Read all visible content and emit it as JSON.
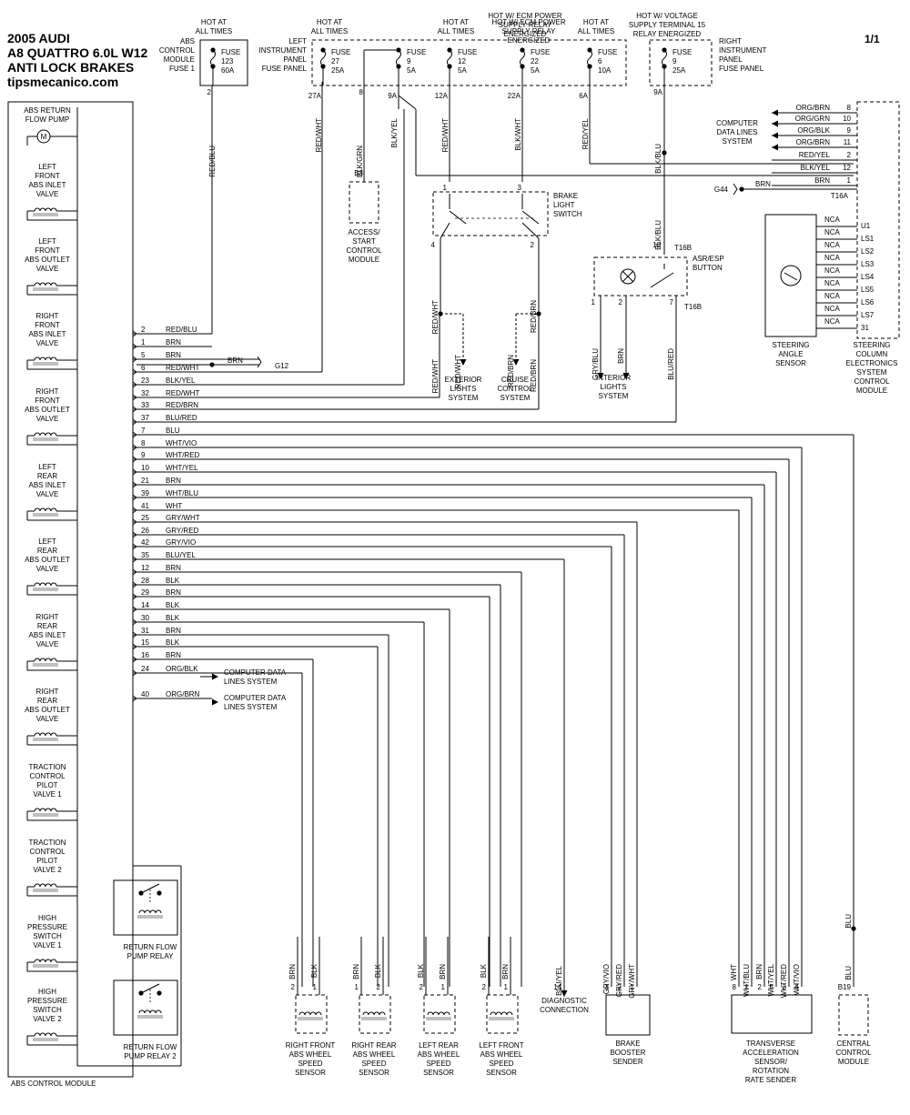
{
  "header": {
    "line1": "2005 AUDI",
    "line2": "A8 QUATTRO 6.0L W12",
    "line3": "ANTI LOCK BRAKES",
    "site": "tipsmecanico.com",
    "page": "1/1"
  },
  "abs_module": {
    "title": "ABS CONTROL MODULE",
    "components": [
      [
        "ABS RETURN",
        "FLOW PUMP"
      ],
      [
        "LEFT",
        "FRONT",
        "ABS INLET",
        "VALVE"
      ],
      [
        "LEFT",
        "FRONT",
        "ABS OUTLET",
        "VALVE"
      ],
      [
        "RIGHT",
        "FRONT",
        "ABS INLET",
        "VALVE"
      ],
      [
        "RIGHT",
        "FRONT",
        "ABS OUTLET",
        "VALVE"
      ],
      [
        "LEFT",
        "REAR",
        "ABS INLET",
        "VALVE"
      ],
      [
        "LEFT",
        "REAR",
        "ABS OUTLET",
        "VALVE"
      ],
      [
        "RIGHT",
        "REAR",
        "ABS INLET",
        "VALVE"
      ],
      [
        "RIGHT",
        "REAR",
        "ABS OUTLET",
        "VALVE"
      ],
      [
        "TRACTION",
        "CONTROL",
        "PILOT",
        "VALVE 1"
      ],
      [
        "TRACTION",
        "CONTROL",
        "PILOT",
        "VALVE 2"
      ],
      [
        "HIGH",
        "PRESSURE",
        "SWITCH",
        "VALVE 1"
      ],
      [
        "HIGH",
        "PRESSURE",
        "SWITCH",
        "VALVE 2"
      ]
    ],
    "relays": [
      [
        "RETURN FLOW",
        "PUMP RELAY"
      ],
      [
        "RETURN FLOW",
        "PUMP RELAY 2"
      ]
    ],
    "motor_symbol": "M",
    "pins": [
      [
        "2",
        "RED/BLU"
      ],
      [
        "1",
        "BRN"
      ],
      [
        "5",
        "BRN"
      ],
      [
        "6",
        "RED/WHT"
      ],
      [
        "23",
        "BLK/YEL"
      ],
      [
        "32",
        "RED/WHT"
      ],
      [
        "33",
        "RED/BRN"
      ],
      [
        "37",
        "BLU/RED"
      ],
      [
        "7",
        "BLU"
      ],
      [
        "8",
        "WHT/VIO"
      ],
      [
        "9",
        "WHT/RED"
      ],
      [
        "10",
        "WHT/YEL"
      ],
      [
        "21",
        "BRN"
      ],
      [
        "39",
        "WHT/BLU"
      ],
      [
        "41",
        "WHT"
      ],
      [
        "25",
        "GRY/WHT"
      ],
      [
        "26",
        "GRY/RED"
      ],
      [
        "42",
        "GRY/VIO"
      ],
      [
        "35",
        "BLU/YEL"
      ],
      [
        "12",
        "BRN"
      ],
      [
        "28",
        "BLK"
      ],
      [
        "29",
        "BRN"
      ],
      [
        "14",
        "BLK"
      ],
      [
        "30",
        "BLK"
      ],
      [
        "31",
        "BRN"
      ],
      [
        "15",
        "BLK"
      ],
      [
        "16",
        "BRN"
      ],
      [
        "24",
        "ORG/BLK"
      ],
      [
        "40",
        "ORG/BRN"
      ]
    ],
    "data_lines_label": [
      "COMPUTER DATA",
      "LINES SYSTEM"
    ]
  },
  "ground_g12": {
    "wire": "BRN",
    "label": "G12"
  },
  "fuse_abs": {
    "hot": [
      "HOT AT",
      "ALL TIMES"
    ],
    "label": [
      "ABS",
      "CONTROL",
      "MODULE",
      "FUSE 1"
    ],
    "fuse": [
      "FUSE",
      "123",
      "60A"
    ],
    "pin": "2",
    "wire": "RED/BLU"
  },
  "fuse_left_panel": {
    "label": [
      "LEFT",
      "INSTRUMENT",
      "PANEL",
      "FUSE PANEL"
    ],
    "fuses": [
      {
        "hot": [
          "HOT AT",
          "ALL TIMES"
        ],
        "fuse": [
          "FUSE",
          "27",
          "25A"
        ],
        "pin": "27A",
        "wire": "RED/WHT"
      },
      {
        "hot": [],
        "fuse": [
          "FUSE",
          "9",
          "5A"
        ],
        "pin": "9A",
        "wire": "BLK/YEL"
      },
      {
        "hot": [
          "HOT AT",
          "ALL TIMES"
        ],
        "fuse": [
          "FUSE",
          "12",
          "5A"
        ],
        "pin": "12A",
        "wire": "RED/WHT"
      },
      {
        "hot": [
          "HOT W/ ECM POWER",
          "SUPPLY RELAY",
          "ENERGIZED"
        ],
        "fuse": [
          "FUSE",
          "22",
          "5A"
        ],
        "pin": "22A",
        "wire": "BLK/WHT"
      },
      {
        "hot": [
          "HOT AT",
          "ALL TIMES"
        ],
        "fuse": [
          "FUSE",
          "6",
          "10A"
        ],
        "pin": "6A",
        "wire": "RED/YEL"
      }
    ],
    "pin8": {
      "pin": "8",
      "wire": "BLK/GRN"
    }
  },
  "fuse_right_panel": {
    "hot": [
      "HOT W/ VOLTAGE",
      "SUPPLY TERMINAL 15",
      "RELAY ENERGIZED"
    ],
    "label": [
      "RIGHT",
      "INSTRUMENT",
      "PANEL",
      "FUSE PANEL"
    ],
    "fuse": [
      "FUSE",
      "9",
      "25A"
    ],
    "pin": "9A",
    "wire": "BLK/BLU"
  },
  "access_start": {
    "label": [
      "ACCESS/",
      "START",
      "CONTROL",
      "MODULE"
    ],
    "pin": "B3"
  },
  "brake_light_switch": {
    "label": [
      "BRAKE",
      "LIGHT",
      "SWITCH"
    ],
    "pins": [
      "1",
      "3",
      "4",
      "2"
    ],
    "wires": [
      "RED/WHT",
      "RED/BRN"
    ]
  },
  "exterior_lights": {
    "label": [
      "EXTERIOR",
      "LIGHTS",
      "SYSTEM"
    ],
    "wire": "RED/WHT"
  },
  "cruise_control": {
    "label": [
      "CRUISE",
      "CONTROL",
      "SYSTEM"
    ],
    "wire": "RED/BRN"
  },
  "asr_button": {
    "label": [
      "ASR/ESP",
      "BUTTON"
    ],
    "pins": [
      "10",
      "1",
      "2",
      "7"
    ],
    "connector": "T16B",
    "wires": [
      "GRY/BLU",
      "BRN",
      "BLU/RED",
      "BLK/BLU"
    ]
  },
  "interior_lights": {
    "label": [
      "INTERIOR",
      "LIGHTS",
      "SYSTEM"
    ]
  },
  "steering_column": {
    "label": [
      "STEERING",
      "COLUMN",
      "ELECTRONICS",
      "SYSTEM",
      "CONTROL",
      "MODULE"
    ],
    "wires": [
      [
        "ORG/BRN",
        "8"
      ],
      [
        "ORG/GRN",
        "10"
      ],
      [
        "ORG/BLK",
        "9"
      ],
      [
        "ORG/BRN",
        "11"
      ],
      [
        "RED/YEL",
        "2"
      ],
      [
        "BLK/YEL",
        "12"
      ],
      [
        "BRN",
        "1"
      ]
    ],
    "connector": "T16A",
    "data_lines_label": [
      "COMPUTER",
      "DATA LINES",
      "SYSTEM"
    ],
    "g44": {
      "label": "G44",
      "wire": "BRN"
    }
  },
  "steering_angle": {
    "label": [
      "STEERING",
      "ANGLE",
      "SENSOR"
    ],
    "pins": [
      [
        "NCA",
        "U1"
      ],
      [
        "NCA",
        "LS1"
      ],
      [
        "NCA",
        "LS2"
      ],
      [
        "NCA",
        "LS3"
      ],
      [
        "NCA",
        "LS4"
      ],
      [
        "NCA",
        "LS5"
      ],
      [
        "NCA",
        "LS6"
      ],
      [
        "NCA",
        "LS7"
      ],
      [
        "NCA",
        "31"
      ]
    ]
  },
  "bottom": {
    "wheel_sensors": [
      {
        "label": [
          "RIGHT FRONT",
          "ABS WHEEL",
          "SPEED",
          "SENSOR"
        ],
        "pins": [
          [
            "2",
            "BRN"
          ],
          [
            "1",
            "BLK"
          ]
        ]
      },
      {
        "label": [
          "RIGHT REAR",
          "ABS WHEEL",
          "SPEED",
          "SENSOR"
        ],
        "pins": [
          [
            "1",
            "BRN"
          ],
          [
            "2",
            "BLK"
          ]
        ]
      },
      {
        "label": [
          "LEFT REAR",
          "ABS WHEEL",
          "SPEED",
          "SENSOR"
        ],
        "pins": [
          [
            "2",
            "BLK"
          ],
          [
            "1",
            "BRN"
          ]
        ]
      },
      {
        "label": [
          "LEFT FRONT",
          "ABS WHEEL",
          "SPEED",
          "SENSOR"
        ],
        "pins": [
          [
            "2",
            "BLK"
          ],
          [
            "1",
            "BRN"
          ]
        ]
      }
    ],
    "diagnostic": {
      "label": [
        "DIAGNOSTIC",
        "CONNECTION"
      ],
      "pin": "14",
      "wire": "BLU/YEL"
    },
    "brake_booster": {
      "label": [
        "BRAKE",
        "BOOSTER",
        "SENDER"
      ],
      "pins": [
        [
          "3",
          "GRY/VIO"
        ],
        [
          "2",
          "GRY/RED"
        ],
        [
          "1",
          "GRY/WHT"
        ]
      ]
    },
    "transverse": {
      "label": [
        "TRANSVERSE",
        "ACCELERATION",
        "SENSOR/",
        "ROTATION",
        "RATE SENDER"
      ],
      "pins": [
        [
          "8",
          "WHT"
        ],
        [
          "1",
          "WHT/BLU"
        ],
        [
          "2",
          "BRN"
        ],
        [
          "5",
          "WHT/YEL"
        ],
        [
          "3",
          "WHT/RED"
        ],
        [
          "4",
          "WHT/VIO"
        ]
      ]
    },
    "central": {
      "label": [
        "CENTRAL",
        "CONTROL",
        "MODULE"
      ],
      "pin": "B19",
      "wire": "BLU"
    }
  }
}
